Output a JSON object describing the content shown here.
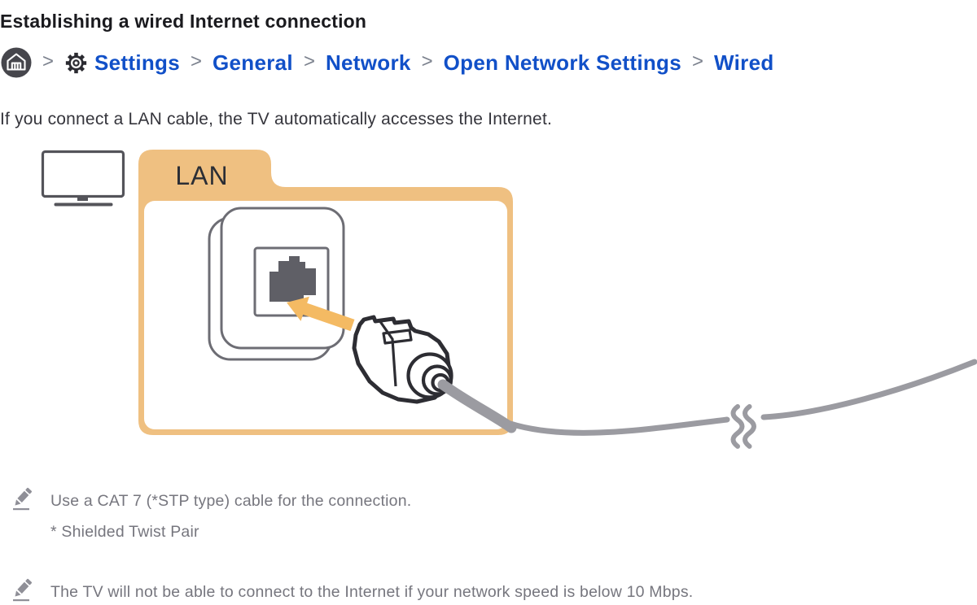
{
  "page": {
    "title": "Establishing a wired Internet connection",
    "intro": "If you connect a LAN cable, the TV automatically accesses the Internet."
  },
  "breadcrumb": {
    "separator": ">",
    "home_icon": "home-icon",
    "items": [
      {
        "label": "Settings",
        "icon": "gear-icon"
      },
      {
        "label": "General"
      },
      {
        "label": "Network"
      },
      {
        "label": "Open Network Settings"
      },
      {
        "label": "Wired"
      }
    ]
  },
  "diagram": {
    "lan_port_label": "LAN",
    "icons": [
      "tv-icon",
      "lan-wall-socket-icon",
      "ethernet-plug-icon",
      "insert-arrow-icon",
      "lan-cable",
      "cable-break-mark"
    ]
  },
  "notes": [
    {
      "icon": "pencil-note-icon",
      "lines": [
        "Use a CAT 7 (*STP type) cable for the connection.",
        "* Shielded Twist Pair"
      ]
    },
    {
      "icon": "pencil-note-icon",
      "lines": [
        "The TV will not be able to connect to the Internet if your network speed is below 10 Mbps."
      ]
    }
  ],
  "colors": {
    "link_blue": "#1150c8",
    "accent_orange": "#efc081",
    "arrow_orange": "#f4ba63",
    "cable_gray": "#9b9ba1",
    "note_gray": "#76767e",
    "title_dark": "#1a1a1e"
  }
}
